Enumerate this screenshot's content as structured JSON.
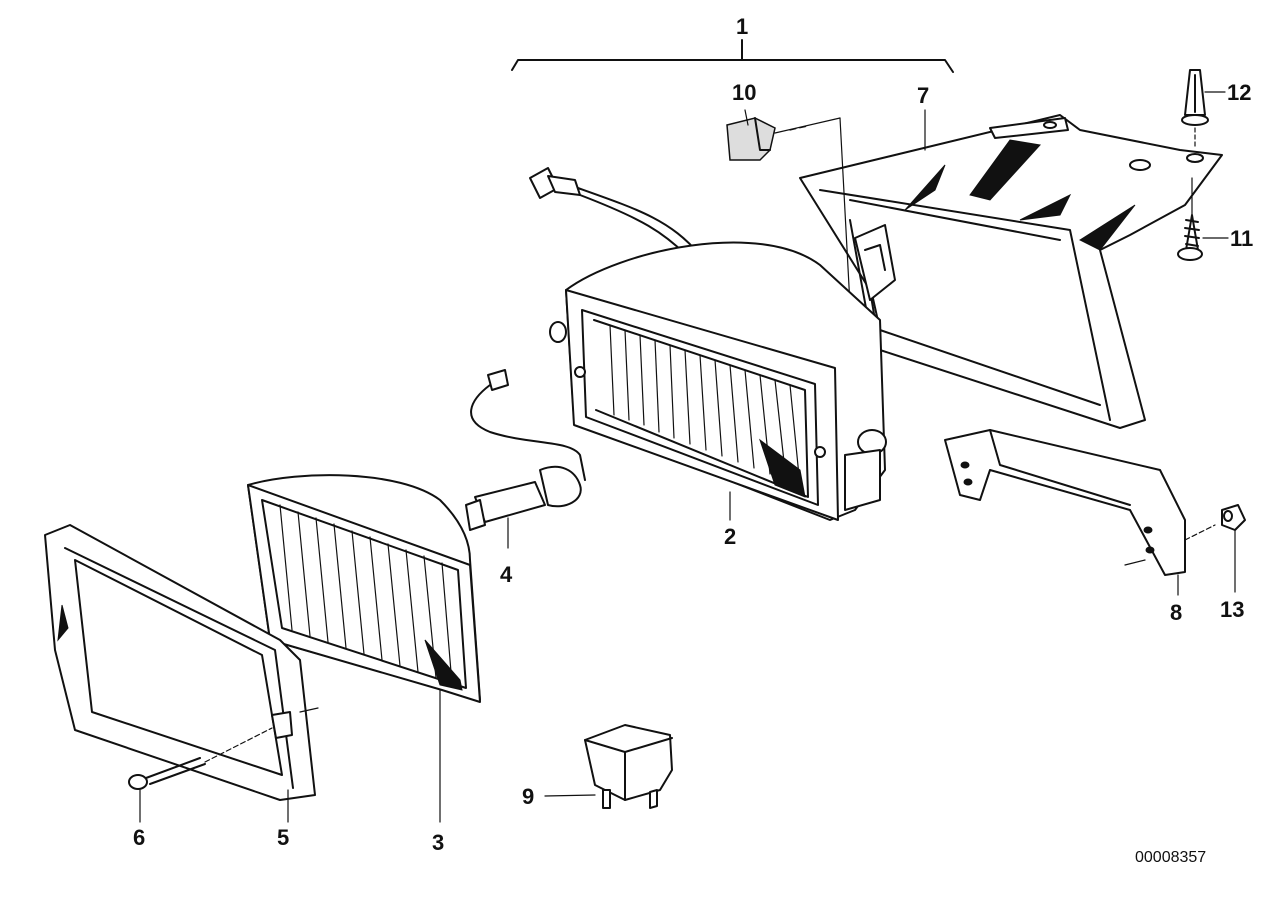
{
  "callouts": {
    "c1": "1",
    "c2": "2",
    "c3": "3",
    "c4": "4",
    "c5": "5",
    "c6": "6",
    "c7": "7",
    "c8": "8",
    "c9": "9",
    "c10": "10",
    "c11": "11",
    "c12": "12",
    "c13": "13"
  },
  "diagram_id": "00008357"
}
